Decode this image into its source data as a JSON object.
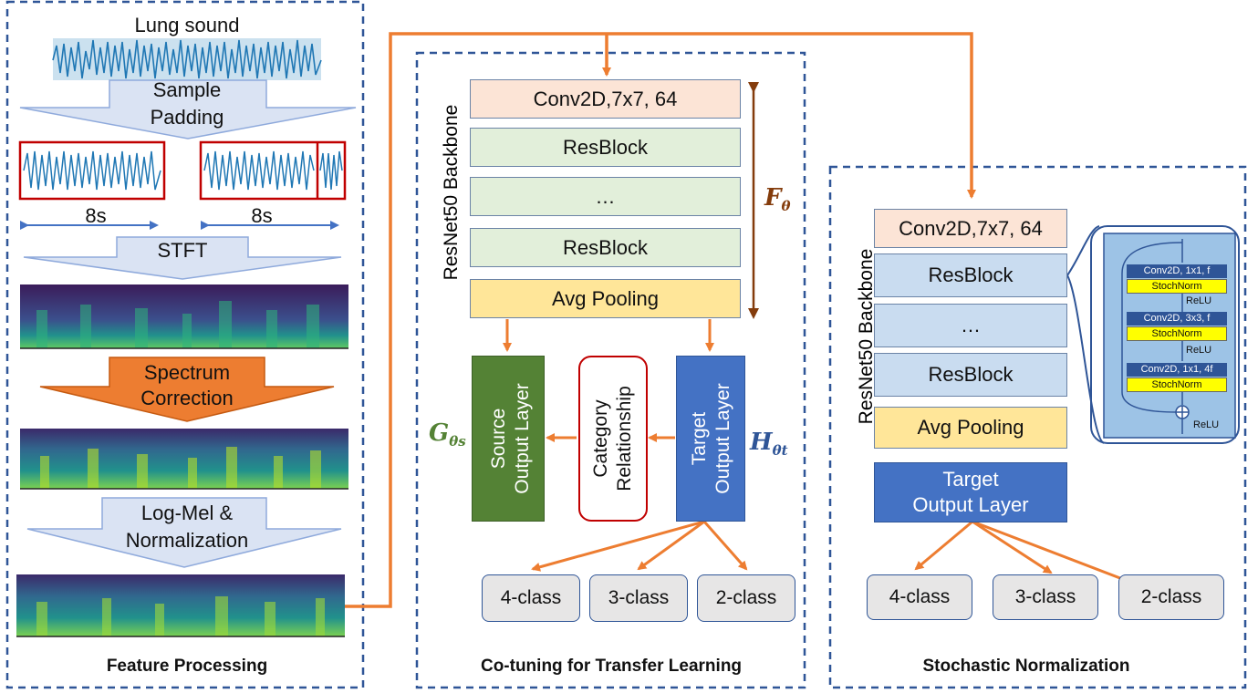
{
  "panels": {
    "feature": {
      "title": "Feature Processing",
      "lung_sound": "Lung sound",
      "sample_padding": [
        "Sample",
        "Padding"
      ],
      "dur_left": "8s",
      "dur_right": "8s",
      "stft": "STFT",
      "spectrum_correction": [
        "Spectrum",
        "Correction"
      ],
      "logmel": [
        "Log-Mel &",
        "Normalization"
      ]
    },
    "cotuning": {
      "title": "Co-tuning for Transfer Learning",
      "backbone": "ResNet50 Backbone",
      "conv": "Conv2D,7x7, 64",
      "resblock1": "ResBlock",
      "ellipsis": "…",
      "resblock2": "ResBlock",
      "avgpool": "Avg Pooling",
      "f_theta": "Fθ",
      "g_theta": "Gθs",
      "h_theta": "Hθt",
      "source_layer": [
        "Source",
        "Output Layer"
      ],
      "category": [
        "Category",
        "Relationship"
      ],
      "target_layer": [
        "Target",
        "Output Layer"
      ],
      "classes": [
        "4-class",
        "3-class",
        "2-class"
      ]
    },
    "stochastic": {
      "title": "Stochastic Normalization",
      "backbone": "ResNet50 Backbone",
      "conv": "Conv2D,7x7, 64",
      "resblock1": "ResBlock",
      "ellipsis": "…",
      "resblock2": "ResBlock",
      "avgpool": "Avg Pooling",
      "target_layer": [
        "Target",
        "Output Layer"
      ],
      "classes": [
        "4-class",
        "3-class",
        "2-class"
      ],
      "inset": {
        "conv1": "Conv2D, 1x1, f",
        "conv2": "Conv2D, 3x3, f",
        "conv3": "Conv2D, 1x1, 4f",
        "norm": "StochNorm",
        "relu": "ReLU"
      }
    }
  },
  "colors": {
    "border": "#2f5597",
    "arrow_orange": "#ed7d31",
    "arrow_blue": "#4472c4",
    "arrow_brown": "#843c0c",
    "green_symbol": "#548235",
    "blue_symbol": "#2f5597"
  }
}
